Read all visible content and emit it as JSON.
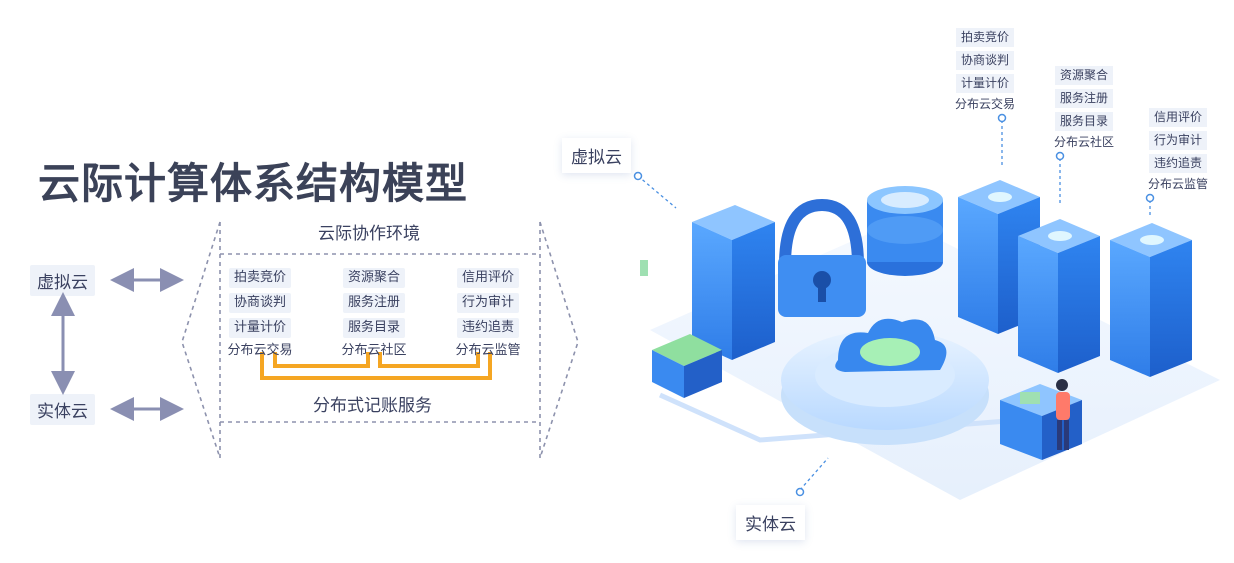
{
  "title": "云际计算体系结构模型",
  "left": {
    "virtual_cloud": "虚拟云",
    "physical_cloud": "实体云"
  },
  "env_title": "云际协作环境",
  "ledger": "分布式记账服务",
  "columns": [
    {
      "items": [
        "拍卖竞价",
        "协商谈判",
        "计量计价"
      ],
      "footer": "分布云交易"
    },
    {
      "items": [
        "资源聚合",
        "服务注册",
        "服务目录"
      ],
      "footer": "分布云社区"
    },
    {
      "items": [
        "信用评价",
        "行为审计",
        "违约追责"
      ],
      "footer": "分布云监管"
    }
  ],
  "illustration": {
    "virtual_cloud": "虚拟云",
    "physical_cloud": "实体云",
    "stacks": [
      {
        "items": [
          "拍卖竞价",
          "协商谈判",
          "计量计价"
        ],
        "footer": "分布云交易"
      },
      {
        "items": [
          "资源聚合",
          "服务注册",
          "服务目录"
        ],
        "footer": "分布云社区"
      },
      {
        "items": [
          "信用评价",
          "行为审计",
          "违约追责"
        ],
        "footer": "分布云监管"
      }
    ]
  },
  "colors": {
    "accent_orange": "#f5a623",
    "arrow_gray": "#8a8fb2",
    "server_blue": "#3b8ff0",
    "title": "#3b4258"
  }
}
